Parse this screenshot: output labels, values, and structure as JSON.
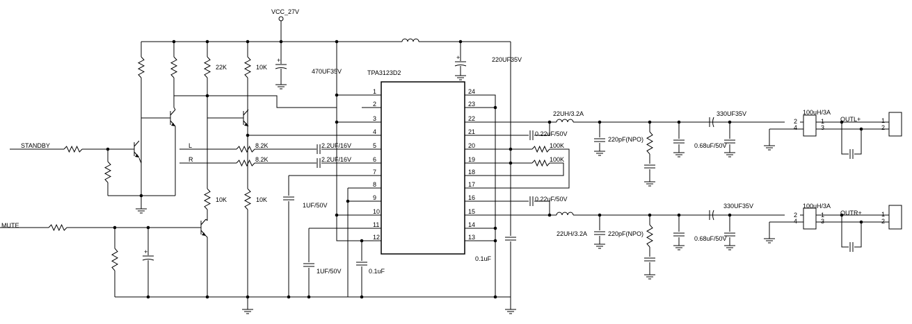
{
  "labels": {
    "vcc": "VCC_27V",
    "chip": "TPA3123D2",
    "standby": "STANDBY",
    "mute": "MUTE",
    "l": "L",
    "r": "R",
    "out_l": "OUTL+",
    "out_r": "OUTR+"
  },
  "chip_pins": {
    "left": [
      "1",
      "2",
      "3",
      "4",
      "5",
      "6",
      "7",
      "8",
      "9",
      "10",
      "11",
      "12"
    ],
    "right": [
      "24",
      "23",
      "22",
      "21",
      "20",
      "19",
      "18",
      "17",
      "16",
      "15",
      "14",
      "13"
    ]
  },
  "connector_pins": [
    "1",
    "2"
  ],
  "transformer_pins": [
    "2",
    "4",
    "1",
    "3"
  ],
  "values": {
    "r_22k": "22K",
    "r_10k_top": "10K",
    "r_10k_a": "10K",
    "r_10k_b": "10K",
    "c_470": "470UF35V",
    "c_220": "220UF35V",
    "r_8k2_l": "8.2K",
    "r_8k2_r": "8.2K",
    "c_in_l": "2.2UF/16V",
    "c_in_r": "2.2UF/16V",
    "c_1uf_a": "1UF/50V",
    "c_1uf_b": "1UF/50V",
    "c_01uf_a": "0.1uF",
    "c_01uf_b": "0.1uF",
    "c_boot_top": "0.22uF/50V",
    "c_boot_bot": "0.22uF/50V",
    "r_100k_a": "100K",
    "r_100k_b": "100K",
    "l_top": "22UH/3.2A",
    "l_bot": "22UH/3.2A",
    "c_npo_top": "220pF(NPO)",
    "c_npo_bot": "220pF(NPO)",
    "c_330_top": "330UF35V",
    "c_330_bot": "330UF35V",
    "c_068_top": "0.68uF/50V",
    "c_068_bot": "0.68uF/50V",
    "l_100uh_top": "100uH/3A",
    "l_100uh_bot": "100uH/3A"
  }
}
